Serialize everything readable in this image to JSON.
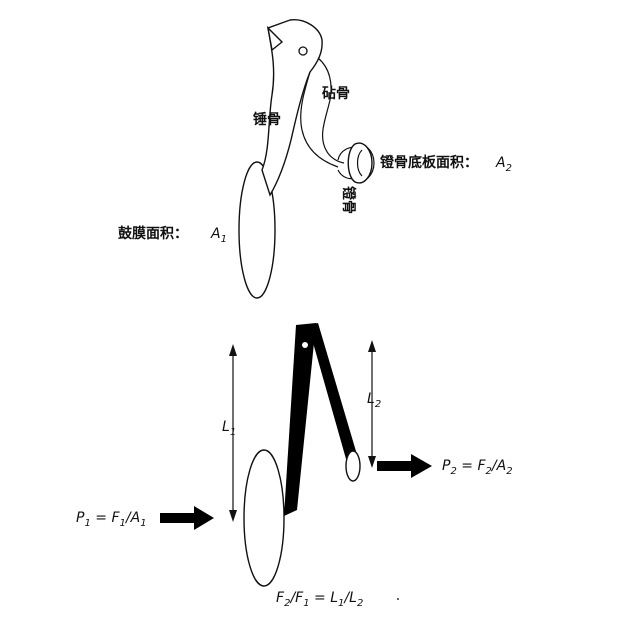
{
  "top_figure": {
    "malleus_label": "锤骨",
    "incus_label": "砧骨",
    "stapes_label": "镫骨",
    "footplate_label": "镫骨底板面积：",
    "footplate_symbol": "A",
    "footplate_sub": "2",
    "eardrum_label": "鼓膜面积：",
    "eardrum_symbol": "A",
    "eardrum_sub": "1"
  },
  "bottom_figure": {
    "L1": {
      "base": "L",
      "sub": "1"
    },
    "L2": {
      "base": "L",
      "sub": "2"
    },
    "P1_eq": {
      "lhs": "P",
      "lhs_sub": "1",
      "rhs_a": "F",
      "rhs_a_sub": "1",
      "rhs_b": "A",
      "rhs_b_sub": "1"
    },
    "P2_eq": {
      "lhs": "P",
      "lhs_sub": "2",
      "rhs_a": "F",
      "rhs_a_sub": "2",
      "rhs_b": "A",
      "rhs_b_sub": "2"
    },
    "ratio_eq": {
      "a": "F",
      "a_sub": "2",
      "b": "F",
      "b_sub": "1",
      "c": "L",
      "c_sub": "1",
      "d": "L",
      "d_sub": "2"
    }
  }
}
